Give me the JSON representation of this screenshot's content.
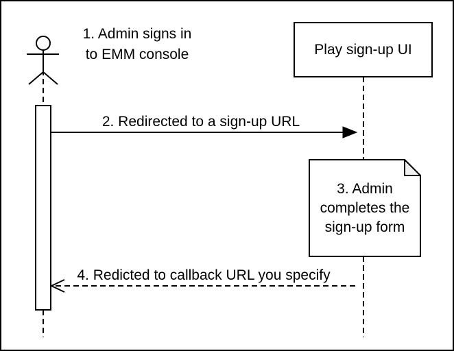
{
  "diagram": {
    "type": "sequence-diagram",
    "colors": {
      "stroke": "#000000",
      "background": "#ffffff",
      "note_fill": "#ffffff",
      "note_fold_fill": "#f0f0f0"
    },
    "actor": {
      "label": "1. Admin signs in\nto EMM console"
    },
    "participant": {
      "label": "Play sign-up UI"
    },
    "messages": [
      {
        "label": "2. Redirected to a sign-up URL",
        "style": "solid",
        "direction": "left-to-right",
        "arrowhead": "filled"
      },
      {
        "label": "4. Redicted to callback URL you specify",
        "style": "dashed",
        "direction": "right-to-left",
        "arrowhead": "open"
      }
    ],
    "note": {
      "label": "3. Admin\ncompletes the\nsign-up form"
    }
  }
}
